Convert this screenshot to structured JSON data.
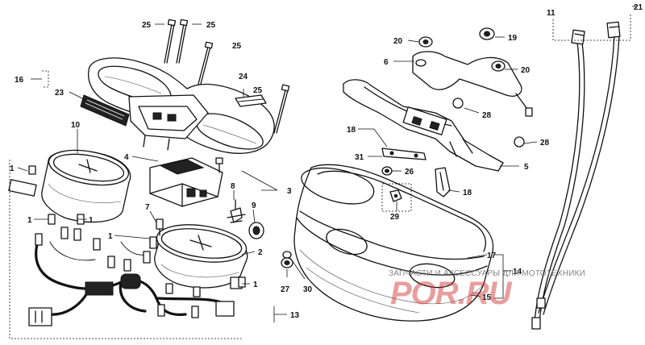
{
  "diagram": {
    "callouts": [
      {
        "id": "c25a",
        "text": "25"
      },
      {
        "id": "c25b",
        "text": "25"
      },
      {
        "id": "c25c",
        "text": "25"
      },
      {
        "id": "c25d",
        "text": "25"
      },
      {
        "id": "c24",
        "text": "24"
      },
      {
        "id": "c16",
        "text": "16"
      },
      {
        "id": "c23",
        "text": "23"
      },
      {
        "id": "c10",
        "text": "10"
      },
      {
        "id": "c4",
        "text": "4"
      },
      {
        "id": "c3",
        "text": "3"
      },
      {
        "id": "c1a",
        "text": "1"
      },
      {
        "id": "c1b",
        "text": "1"
      },
      {
        "id": "c1c",
        "text": "1"
      },
      {
        "id": "c1d",
        "text": "1"
      },
      {
        "id": "c1e",
        "text": "1"
      },
      {
        "id": "c7",
        "text": "7"
      },
      {
        "id": "c8",
        "text": "8"
      },
      {
        "id": "c9",
        "text": "9"
      },
      {
        "id": "c2",
        "text": "2"
      },
      {
        "id": "c13",
        "text": "13"
      },
      {
        "id": "c27",
        "text": "27"
      },
      {
        "id": "c30",
        "text": "30"
      },
      {
        "id": "c11",
        "text": "11"
      },
      {
        "id": "c21",
        "text": "21"
      },
      {
        "id": "c20a",
        "text": "20"
      },
      {
        "id": "c19",
        "text": "19"
      },
      {
        "id": "c6",
        "text": "6"
      },
      {
        "id": "c20b",
        "text": "20"
      },
      {
        "id": "c28a",
        "text": "28"
      },
      {
        "id": "c28b",
        "text": "28"
      },
      {
        "id": "c18a",
        "text": "18"
      },
      {
        "id": "c31",
        "text": "31"
      },
      {
        "id": "c26",
        "text": "26"
      },
      {
        "id": "c5",
        "text": "5"
      },
      {
        "id": "c18b",
        "text": "18"
      },
      {
        "id": "c29",
        "text": "29"
      },
      {
        "id": "c17",
        "text": "17"
      },
      {
        "id": "c14",
        "text": "14"
      },
      {
        "id": "c15",
        "text": "15"
      }
    ]
  },
  "watermark": {
    "caption": "ЗАПЧАСТИ И АКСЕССУАРЫ ДЛЯ МОТОТЕХНИКИ",
    "brand": "РОR.RU"
  }
}
